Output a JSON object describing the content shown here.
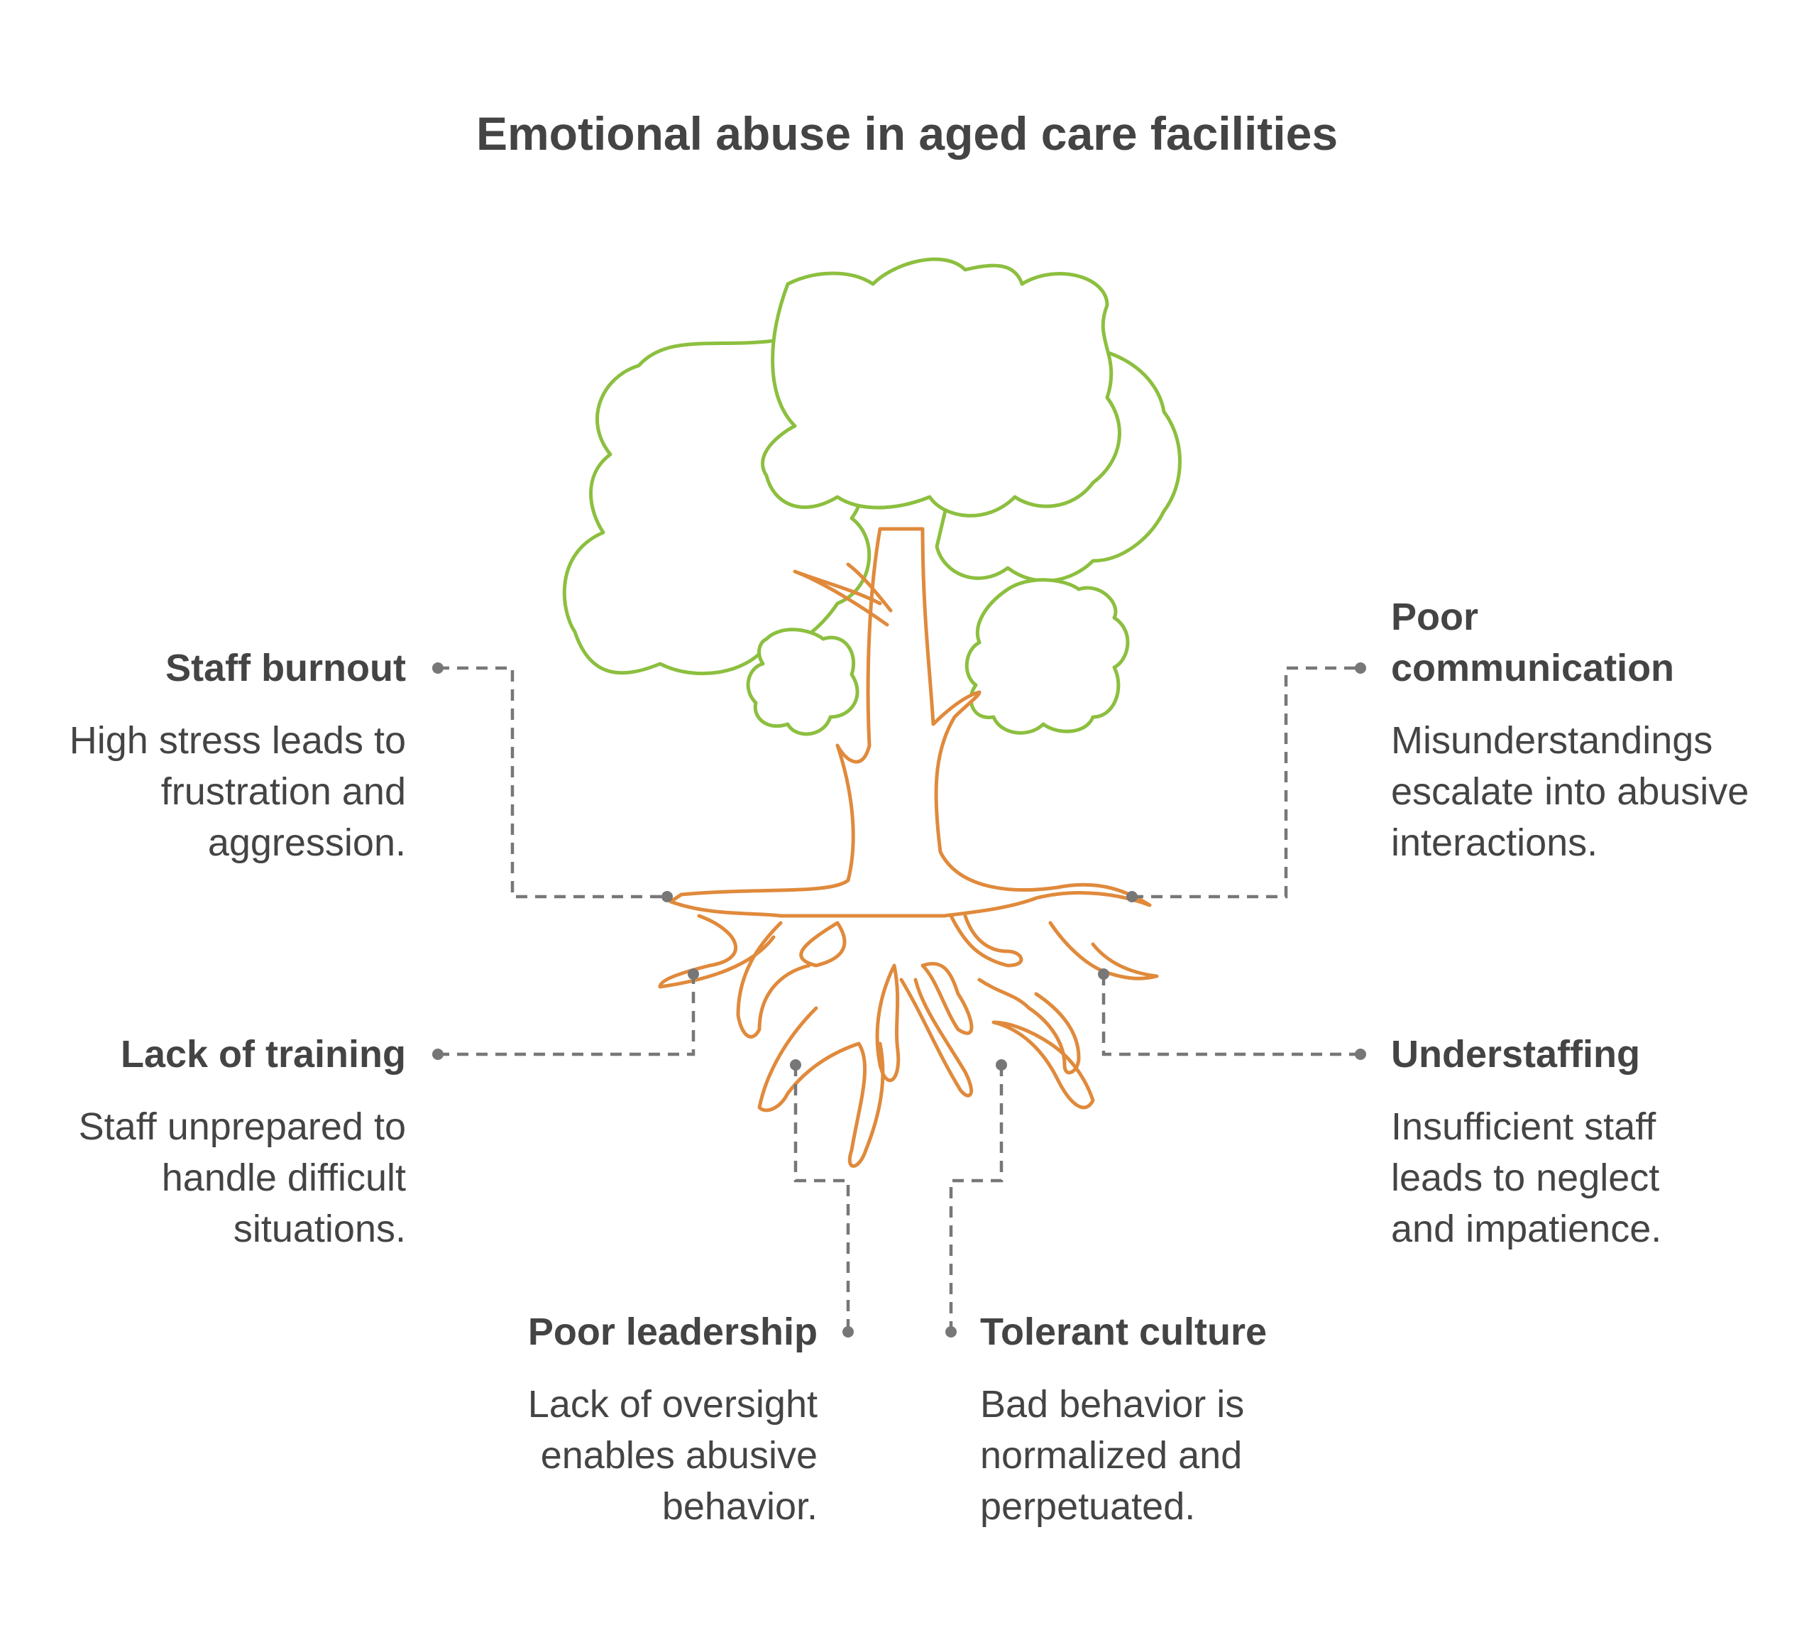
{
  "title": "Emotional abuse in aged care facilities",
  "causes": {
    "staff_burnout": {
      "heading": "Staff burnout",
      "description": "High stress leads to frustration and aggression."
    },
    "lack_of_training": {
      "heading": "Lack of training",
      "description": "Staff unprepared to handle difficult situations."
    },
    "poor_leadership": {
      "heading": "Poor leadership",
      "description": "Lack of oversight enables abusive behavior."
    },
    "tolerant_culture": {
      "heading": "Tolerant culture",
      "description": "Bad behavior is normalized and perpetuated."
    },
    "understaffing": {
      "heading": "Understaffing",
      "description": "Insufficient staff leads to neglect and impatience."
    },
    "poor_communication": {
      "heading": "Poor communication",
      "description": "Misunderstandings escalate into abusive interactions."
    }
  },
  "colors": {
    "foliage": "#8cbf3f",
    "trunk_and_roots": "#e08a3c",
    "connector": "#777777",
    "text": "#444444"
  },
  "icons": [
    "tree-illustration"
  ]
}
